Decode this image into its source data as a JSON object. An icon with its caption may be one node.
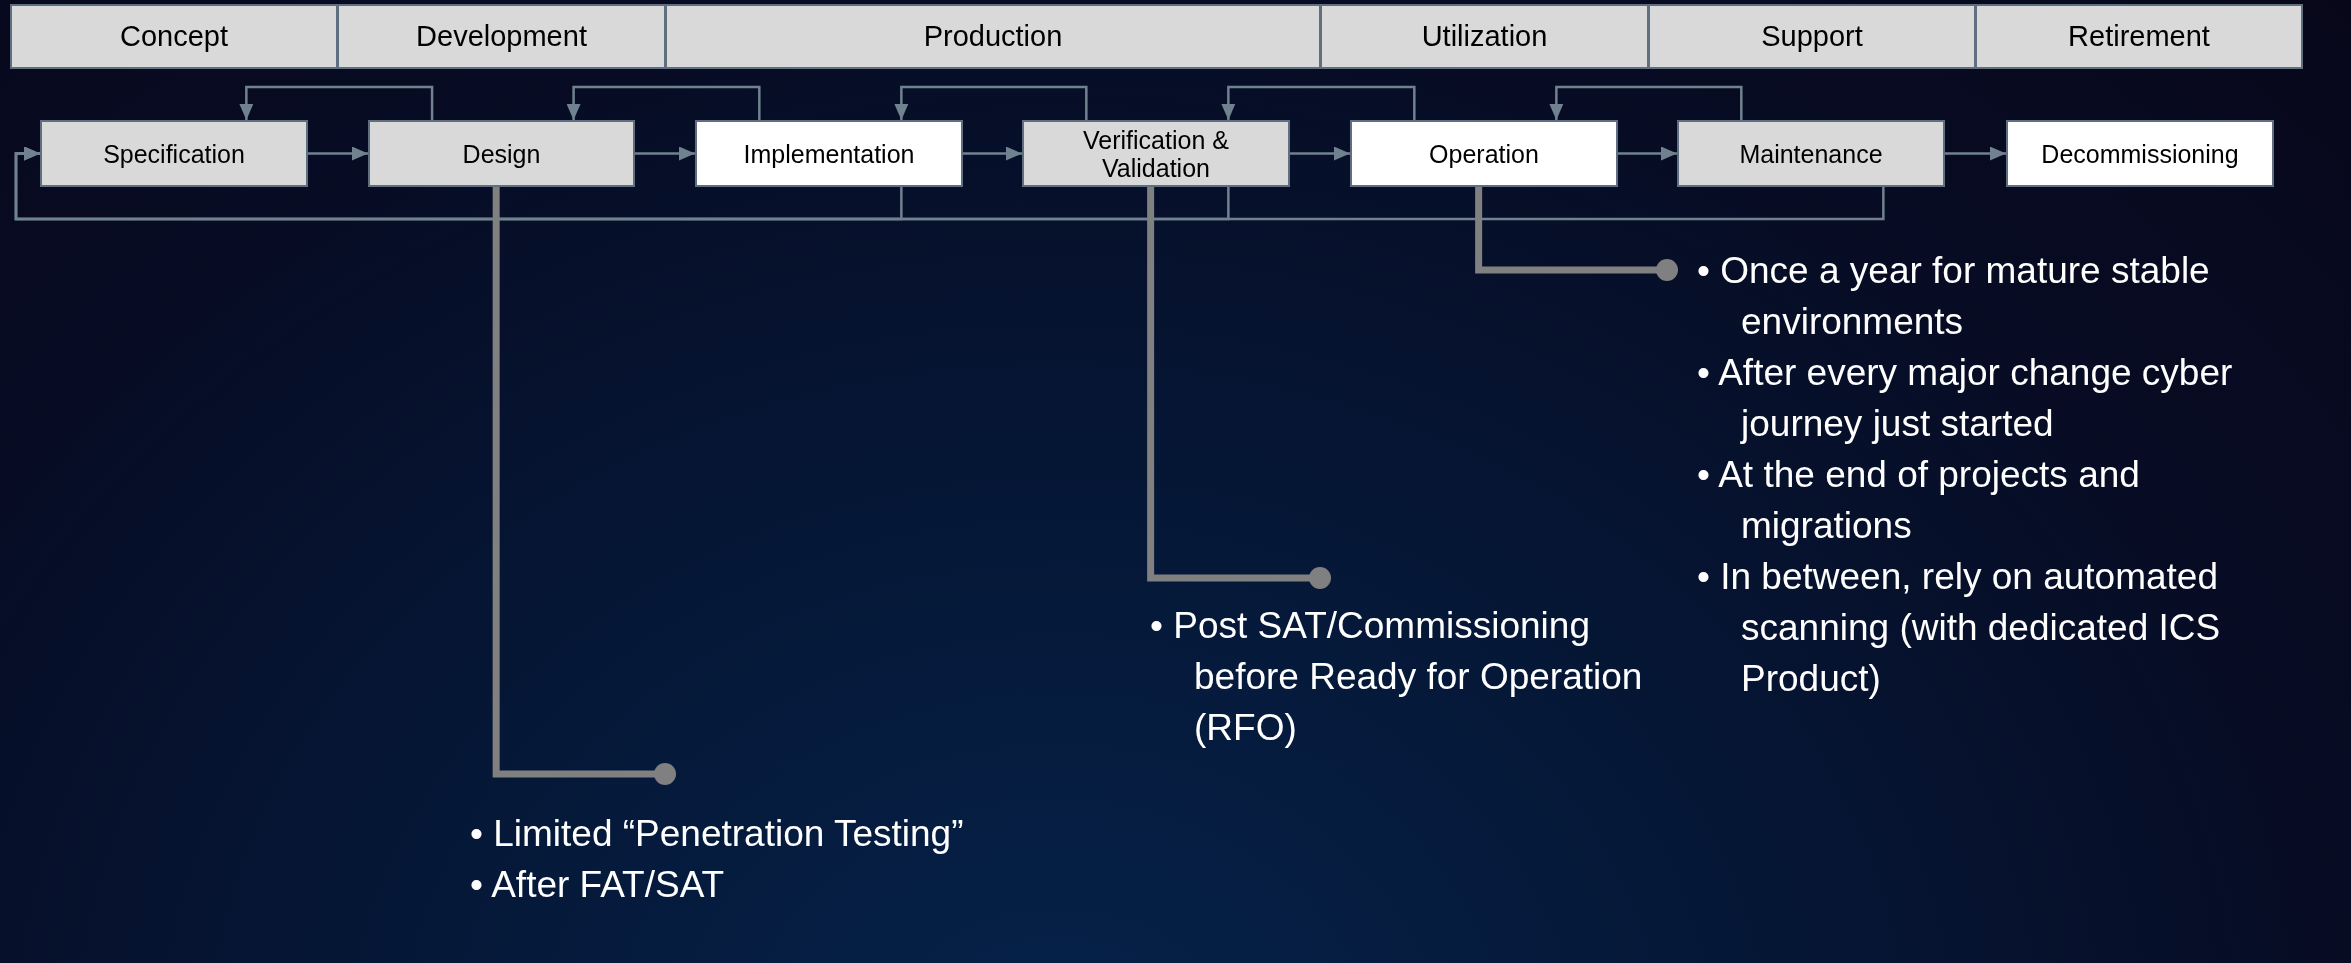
{
  "diagram": {
    "nodes": [
      {
        "text": [
          "Concept"
        ]
      },
      {
        "text": [
          "Development"
        ]
      },
      {
        "text": [
          "Production"
        ]
      },
      {
        "text": [
          "Utilization"
        ]
      },
      {
        "text": [
          "Support"
        ]
      },
      {
        "text": [
          "Retirement"
        ]
      },
      {
        "text": [
          "Specification"
        ]
      },
      {
        "text": [
          "Design"
        ]
      },
      {
        "text": [
          "Implementation"
        ]
      },
      {
        "text": [
          "Verification & Validation"
        ]
      },
      {
        "text": [
          "Operation"
        ]
      },
      {
        "text": [
          "Maintenance"
        ]
      },
      {
        "text": [
          "Decommissioning"
        ]
      },
      {
        "text": [
          "• Limited “Penetration Testing”",
          "• After FAT/SAT"
        ]
      },
      {
        "text": [
          "• Post SAT/Commissioning before Ready for Operation (RFO)"
        ]
      },
      {
        "text": [
          "• Once a year for mature stable environments",
          "• After every major change cyber journey just started",
          "• At the end of projects and migrations",
          "• In between, rely on automated scanning (with dedicated ICS Product)"
        ]
      }
    ],
    "edges": [
      {
        "from": 6,
        "to": 7,
        "arrow": "to"
      },
      {
        "from": 7,
        "to": 8,
        "arrow": "to"
      },
      {
        "from": 8,
        "to": 9,
        "arrow": "to"
      },
      {
        "from": 9,
        "to": 10,
        "arrow": "to"
      },
      {
        "from": 10,
        "to": 11,
        "arrow": "to"
      },
      {
        "from": 11,
        "to": 12,
        "arrow": "to"
      },
      {
        "from": 7,
        "to": 6,
        "arrow": "to"
      },
      {
        "from": 8,
        "to": 7,
        "arrow": "to"
      },
      {
        "from": 9,
        "to": 8,
        "arrow": "to"
      },
      {
        "from": 10,
        "to": 9,
        "arrow": "to"
      },
      {
        "from": 11,
        "to": 10,
        "arrow": "to"
      },
      {
        "from": 8,
        "to": 6,
        "arrow": "to"
      },
      {
        "from": 9,
        "to": 6,
        "arrow": "to"
      },
      {
        "from": 11,
        "to": 6,
        "arrow": "to"
      },
      {
        "from": 7,
        "to": 13,
        "arrow": "other",
        "style": "thick",
        "color": "#808080"
      },
      {
        "from": 9,
        "to": 14,
        "arrow": "other",
        "style": "thick",
        "color": "#808080"
      },
      {
        "from": 10,
        "to": 15,
        "arrow": "other",
        "style": "thick",
        "color": "#808080"
      }
    ]
  }
}
